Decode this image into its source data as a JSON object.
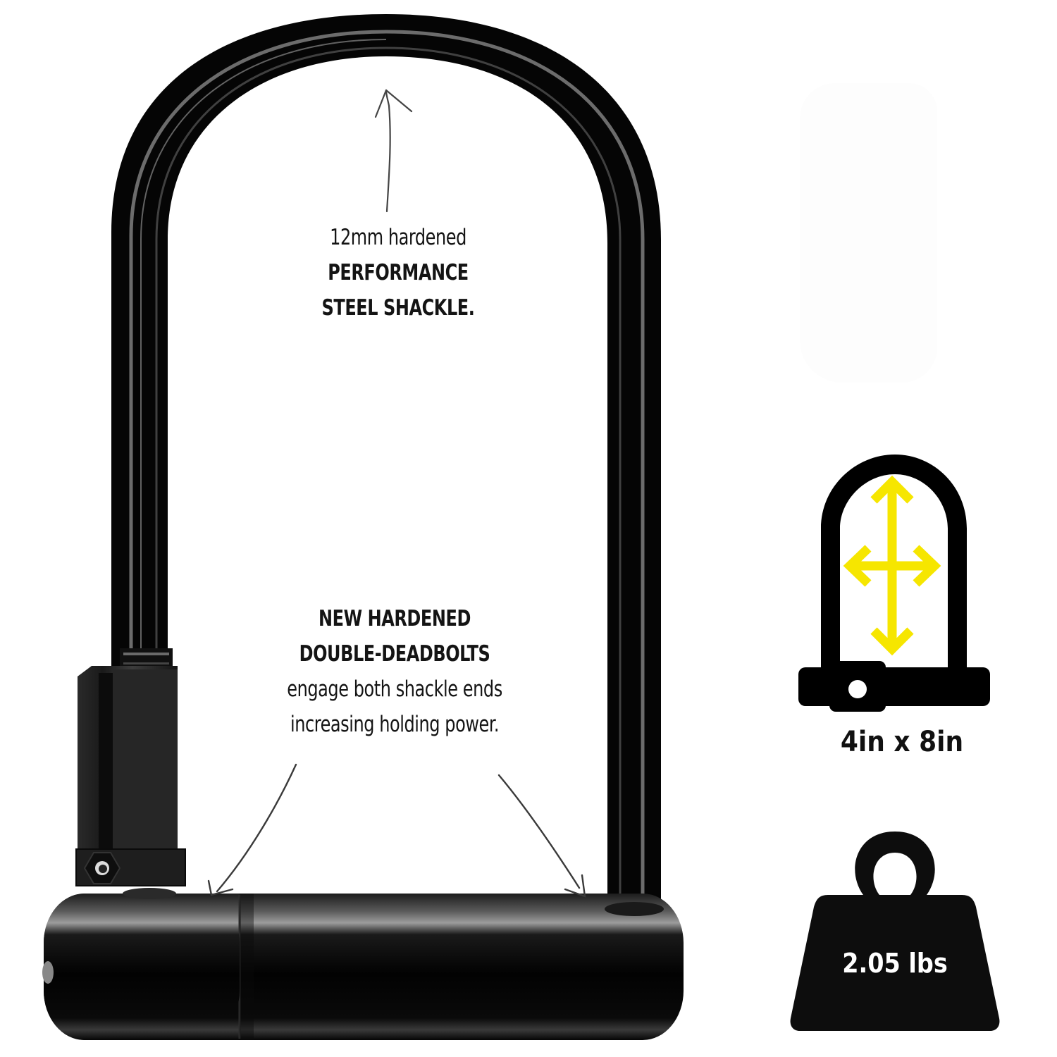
{
  "product": {
    "type": "U-lock (bicycle)",
    "colors": {
      "background": "#ffffff",
      "lock_body": "#0a0a0a",
      "text": "#141414",
      "accent_yellow": "#f6e600",
      "icon_black": "#000000"
    }
  },
  "annotations": {
    "shackle": {
      "lines": [
        "12mm hardened",
        "PERFORMANCE",
        "STEEL SHACKLE."
      ],
      "arrow_direction": "up"
    },
    "deadbolts": {
      "lines": [
        "NEW HARDENED",
        "DOUBLE-DEADBOLTS",
        "engage both shackle ends",
        "increasing holding power."
      ],
      "arrows": [
        "down-left",
        "down-right"
      ]
    }
  },
  "specs": {
    "size": {
      "icon": "ulock-dimension-icon",
      "label": "4in x 8in"
    },
    "weight": {
      "icon": "kettlebell-weight-icon",
      "label": "2.05 lbs"
    }
  }
}
